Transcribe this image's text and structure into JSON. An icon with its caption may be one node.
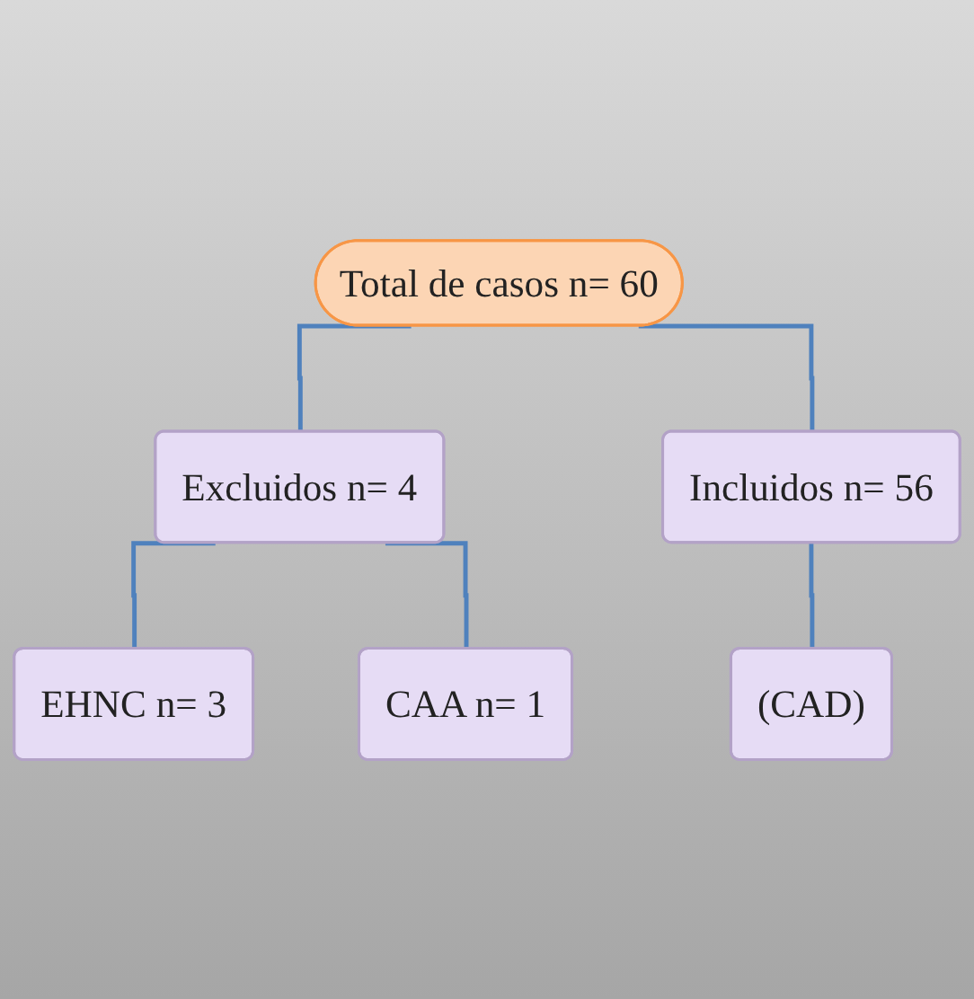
{
  "diagram": {
    "nodes": [
      {
        "text": [
          "Total de casos n= 60"
        ]
      },
      {
        "text": [
          "Excluidos n= 4"
        ]
      },
      {
        "text": [
          "Incluidos n= 56"
        ]
      },
      {
        "text": [
          "EHNC n= 3"
        ]
      },
      {
        "text": [
          "CAA n= 1"
        ]
      },
      {
        "text": [
          "(CAD)"
        ]
      }
    ],
    "edges": [
      {
        "from": 0,
        "to": 1,
        "arrow": "none"
      },
      {
        "from": 0,
        "to": 2,
        "arrow": "none"
      },
      {
        "from": 1,
        "to": 3,
        "arrow": "none"
      },
      {
        "from": 1,
        "to": 4,
        "arrow": "none"
      },
      {
        "from": 2,
        "to": 5,
        "arrow": "none"
      }
    ]
  }
}
